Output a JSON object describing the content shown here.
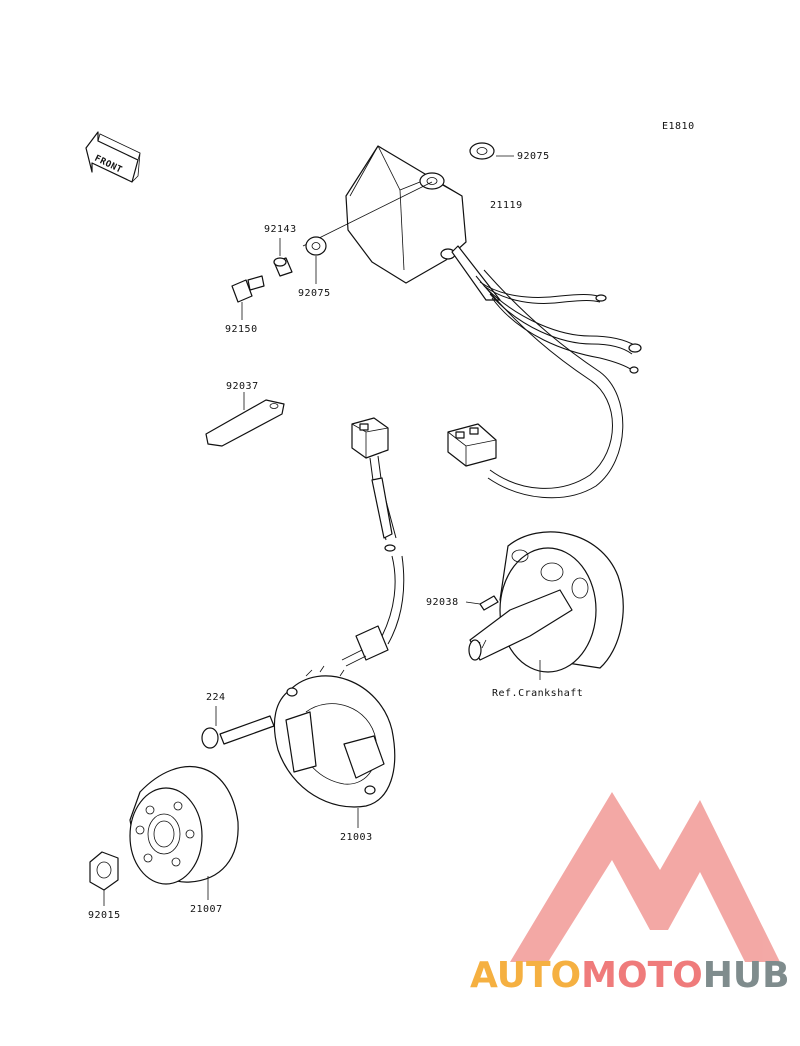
{
  "diagram_code": "E1810",
  "front_marker": "FRONT",
  "reference_label": "Ref.Crankshaft",
  "parts": [
    {
      "id": "92075_top",
      "number": "92075"
    },
    {
      "id": "21119",
      "number": "21119"
    },
    {
      "id": "92143",
      "number": "92143"
    },
    {
      "id": "92075_bottom",
      "number": "92075"
    },
    {
      "id": "92150",
      "number": "92150"
    },
    {
      "id": "92037",
      "number": "92037"
    },
    {
      "id": "92038",
      "number": "92038"
    },
    {
      "id": "224",
      "number": "224"
    },
    {
      "id": "21003",
      "number": "21003"
    },
    {
      "id": "92015",
      "number": "92015"
    },
    {
      "id": "21007",
      "number": "21007"
    }
  ],
  "watermark": {
    "part1": "AUTO",
    "part2": "MOTO",
    "part3": "HUB",
    "color1": "#f5b041",
    "color2": "#ef7b7b",
    "color3": "#7f8c8d",
    "logo_color": "#f19a96"
  }
}
